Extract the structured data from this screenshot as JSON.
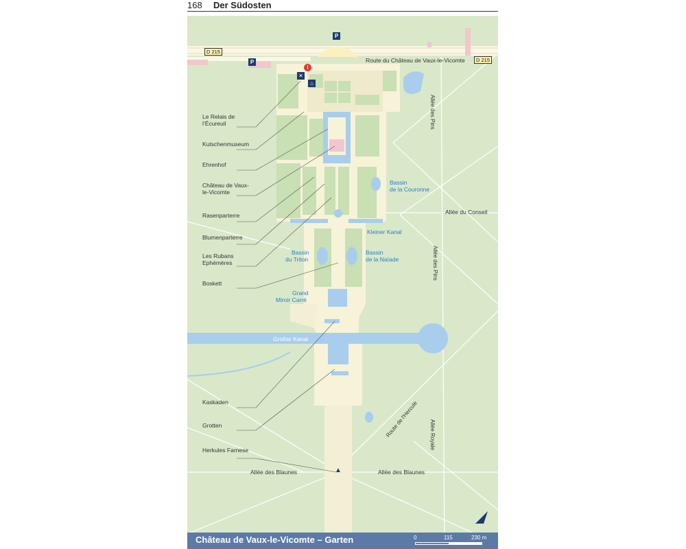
{
  "header": {
    "page_number": "168",
    "section": "Der Südosten"
  },
  "footer": {
    "title": "Château de Vaux-le-Vicomte – Garten",
    "scale": {
      "zero": "0",
      "mid": "115",
      "end": "230 m"
    }
  },
  "roads": {
    "d215_left": "D 215",
    "d215_right": "D 215",
    "route_chateau": "Route du Château de Vaux-le-Vicomte",
    "allee_des_pins_top": "Allée des Pins",
    "allee_des_pins_mid": "Allée des Pins",
    "allee_du_conseil": "Allée du Conseil",
    "route_hercule": "Route de l'Hercule",
    "allee_royale": "Allée Royale",
    "allee_blaunes_left": "Allée des Blaunes",
    "allee_blaunes_right": "Allée des Blaunes"
  },
  "water_labels": {
    "couronne_1": "Bassin",
    "couronne_2": "de la Couronne",
    "kleiner_kanal": "Kleiner Kanal",
    "triton_1": "Bassin",
    "triton_2": "du Triton",
    "naiade_1": "Bassin",
    "naiade_2": "de la Naïade",
    "miroir_1": "Grand",
    "miroir_2": "Miroir Carré",
    "grosser_kanal": "Großer Kanal"
  },
  "poi_labels": {
    "relais": "Le Relais de l’Écureuil",
    "kutschenmuseum": "Kutschenmuseum",
    "ehrenhof": "Ehrenhof",
    "chateau": "Château de Vaux-le-Vicomte",
    "rasenparterre": "Rasenparterre",
    "blumenparterre": "Blumenparterre",
    "rubans": "Les Rubans Ephémères",
    "boskett": "Boskett",
    "kaskaden": "Kaskaden",
    "grotten": "Grotten",
    "herkules": "Herkules Farnese"
  },
  "icons": [
    "parking-icon",
    "info-icon",
    "restaurant-icon",
    "museum-icon",
    "statue-icon",
    "north-arrow-icon"
  ],
  "parking_letter": "P",
  "info_letter": "i",
  "colors": {
    "forest": "#d9e8c9",
    "garden": "#f6f3d8",
    "water": "#a9cdec",
    "lawn": "#c9dfb4",
    "footer": "#5c7aa8"
  }
}
